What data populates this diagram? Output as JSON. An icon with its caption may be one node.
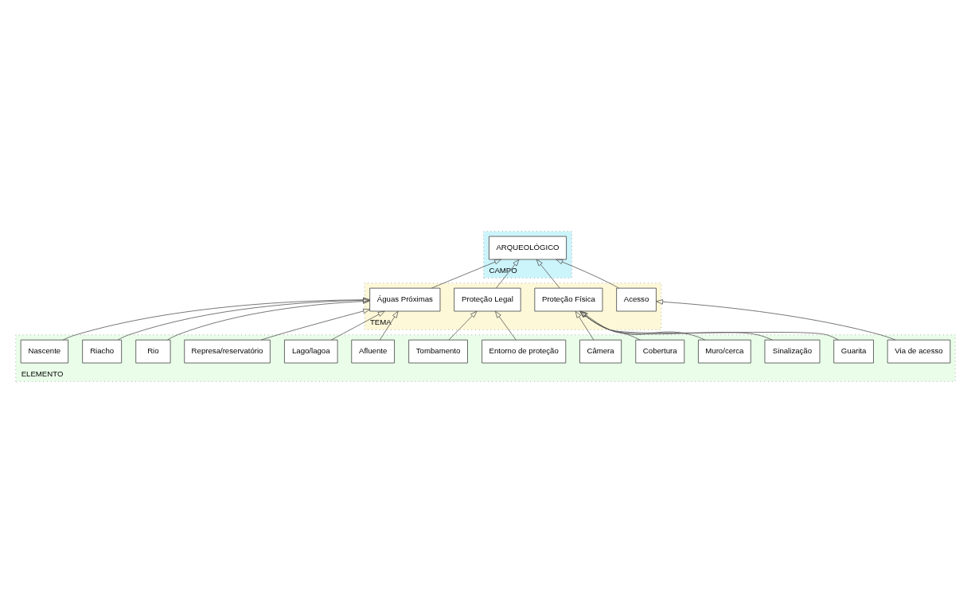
{
  "diagram": {
    "nodes": [
      {
        "text": [
          "CAMPO"
        ]
      },
      {
        "text": [
          "ARQUEOLÓGICO"
        ],
        "in": 0
      },
      {
        "text": [
          "TEMA"
        ]
      },
      {
        "text": [
          "Acesso"
        ],
        "in": 2
      },
      {
        "text": [
          "Proteção Física"
        ],
        "in": 2
      },
      {
        "text": [
          "Proteção Legal"
        ],
        "in": 2
      },
      {
        "text": [
          "Águas Próximas"
        ],
        "in": 2
      },
      {
        "text": [
          "ELEMENTO"
        ]
      },
      {
        "text": [
          "Via de acesso"
        ],
        "in": 7
      },
      {
        "text": [
          "Câmera"
        ],
        "in": 7
      },
      {
        "text": [
          "Guarita"
        ],
        "in": 7
      },
      {
        "text": [
          "Tombamento"
        ],
        "in": 7
      },
      {
        "text": [
          "Riacho"
        ],
        "in": 7
      },
      {
        "text": [
          "Entorno de proteção"
        ],
        "in": 7
      },
      {
        "text": [
          "Afluente"
        ],
        "in": 7
      },
      {
        "text": [
          "Lago/lagoa"
        ],
        "in": 7
      },
      {
        "text": [
          "Sinalização"
        ],
        "in": 7
      },
      {
        "text": [
          "Muro/cerca"
        ],
        "in": 7
      },
      {
        "text": [
          "Nascente"
        ],
        "in": 7
      },
      {
        "text": [
          "Cobertura"
        ],
        "in": 7
      },
      {
        "text": [
          "Rio"
        ],
        "in": 7
      },
      {
        "text": [
          "Represa/reservatório"
        ],
        "in": 7
      }
    ],
    "edges": [
      {
        "from": 3,
        "to": 1,
        "arrow": "to"
      },
      {
        "from": 4,
        "to": 1,
        "arrow": "to"
      },
      {
        "from": 5,
        "to": 1,
        "arrow": "to"
      },
      {
        "from": 6,
        "to": 1,
        "arrow": "to"
      },
      {
        "from": 8,
        "to": 3,
        "arrow": "to"
      },
      {
        "from": 9,
        "to": 4,
        "arrow": "to"
      },
      {
        "from": 16,
        "to": 4,
        "arrow": "to"
      },
      {
        "from": 19,
        "to": 4,
        "arrow": "to"
      },
      {
        "from": 10,
        "to": 4,
        "arrow": "to"
      },
      {
        "from": 17,
        "to": 4,
        "arrow": "to"
      },
      {
        "from": 13,
        "to": 5,
        "arrow": "to"
      },
      {
        "from": 11,
        "to": 5,
        "arrow": "to"
      },
      {
        "from": 20,
        "to": 6,
        "arrow": "to"
      },
      {
        "from": 14,
        "to": 6,
        "arrow": "to"
      },
      {
        "from": 18,
        "to": 6,
        "arrow": "to"
      },
      {
        "from": 21,
        "to": 6,
        "arrow": "to"
      },
      {
        "from": 15,
        "to": 6,
        "arrow": "to"
      },
      {
        "from": 12,
        "to": 6,
        "arrow": "to"
      }
    ]
  }
}
